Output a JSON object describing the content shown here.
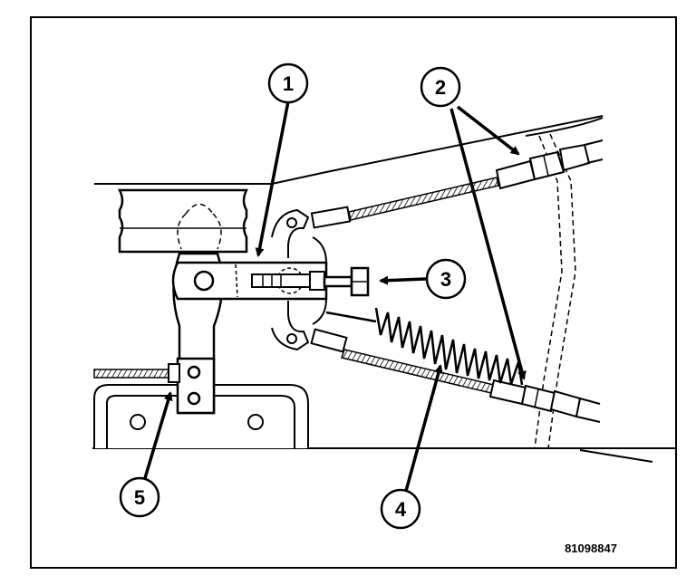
{
  "figure": {
    "figure_code": "81098847",
    "callouts": [
      {
        "id": "callout-1",
        "label": "1"
      },
      {
        "id": "callout-2",
        "label": "2"
      },
      {
        "id": "callout-3",
        "label": "3"
      },
      {
        "id": "callout-4",
        "label": "4"
      },
      {
        "id": "callout-5",
        "label": "5"
      }
    ]
  }
}
